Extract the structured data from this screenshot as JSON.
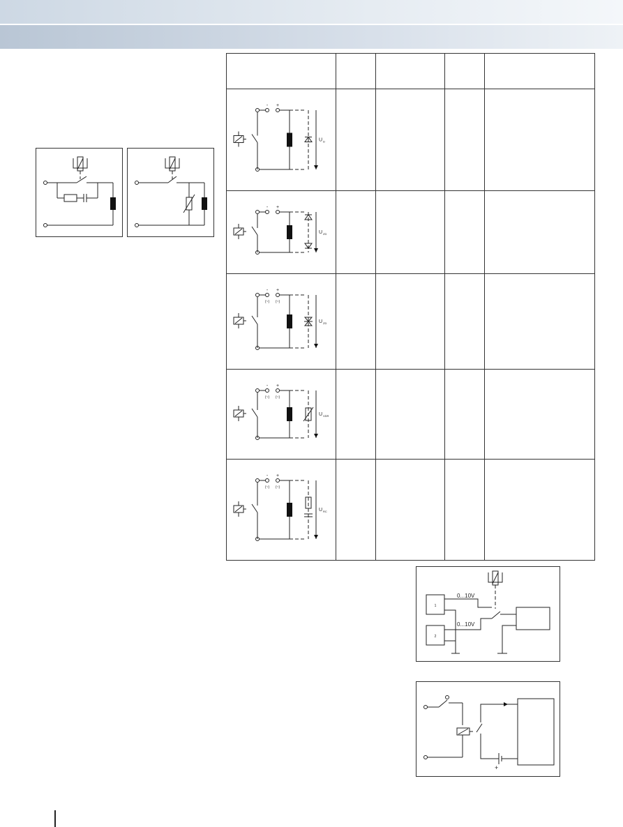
{
  "header": {
    "band_top": "",
    "band_bottom": ""
  },
  "table": {
    "columns": [
      "",
      "",
      "",
      "",
      ""
    ],
    "rows": [
      {
        "circuit": "diode",
        "voltage_label": "U",
        "voltage_sub": "D",
        "top_left_label": "-",
        "top_right_label": "+",
        "ac_left": "",
        "ac_right": ""
      },
      {
        "circuit": "diode-zener",
        "voltage_label": "U",
        "voltage_sub": "ZD",
        "top_left_label": "-",
        "top_right_label": "+",
        "ac_left": "",
        "ac_right": ""
      },
      {
        "circuit": "bidirectional-suppressor",
        "voltage_label": "U",
        "voltage_sub": "ZD",
        "top_left_label": "-",
        "top_right_label": "+",
        "ac_left": "(~)",
        "ac_right": "(~)"
      },
      {
        "circuit": "varistor",
        "voltage_label": "U",
        "voltage_sub": "VDR",
        "top_left_label": "-",
        "top_right_label": "+",
        "ac_left": "(~)",
        "ac_right": "(~)"
      },
      {
        "circuit": "rc-element",
        "voltage_label": "U",
        "voltage_sub": "RC",
        "top_left_label": "-",
        "top_right_label": "+",
        "ac_left": "(~)",
        "ac_right": "(~)"
      }
    ]
  },
  "right_diagram_1": {
    "signal_1": "0...10V",
    "signal_2": "0...10V",
    "box_1": "1",
    "box_2": "2"
  },
  "right_diagram_2": {
    "battery_mark": "+"
  }
}
